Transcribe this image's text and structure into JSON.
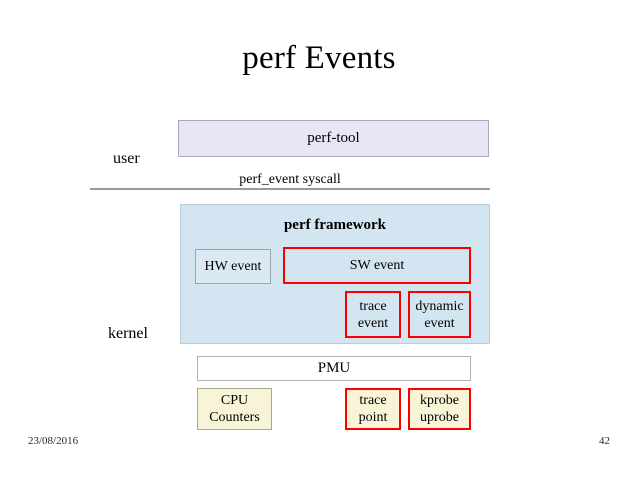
{
  "slide": {
    "title": "perf Events",
    "background_color": "#ffffff"
  },
  "layers": {
    "user_label": "user",
    "kernel_label": "kernel",
    "syscall_label": "perf_event syscall"
  },
  "user_space": {
    "perf_tool": {
      "label": "perf-tool",
      "fill": "#e6e6f7",
      "border": "#a9a9bd"
    }
  },
  "framework": {
    "title": "perf framework",
    "fill": "#d3e5f1",
    "border": "#b6ccd8",
    "boxes": [
      {
        "label": "HW event",
        "fill": "#dbe9f3",
        "border": "#9aa6ae"
      },
      {
        "label": "SW event",
        "fill": "#d3e5f1",
        "border": "#fa0000"
      },
      {
        "line1": "trace",
        "line2": "event",
        "fill": "#d3e5f1",
        "border": "#fa0000"
      },
      {
        "line1": "dynamic",
        "line2": "event",
        "fill": "#d3e5f1",
        "border": "#fa0000"
      }
    ]
  },
  "hardware": {
    "pmu": {
      "label": "PMU",
      "fill": "#ffffff",
      "border": "#b0b0b0"
    },
    "boxes": [
      {
        "line1": "CPU",
        "line2": "Counters",
        "fill": "#f7f4d8",
        "border": "#aaa88a"
      },
      {
        "line1": "trace",
        "line2": "point",
        "fill": "#f7f4d8",
        "border": "#fa0000"
      },
      {
        "line1": "kprobe",
        "line2": "uprobe",
        "fill": "#f7f4d8",
        "border": "#fa0000"
      }
    ]
  },
  "footer": {
    "date": "23/08/2016",
    "page_number": "42"
  }
}
